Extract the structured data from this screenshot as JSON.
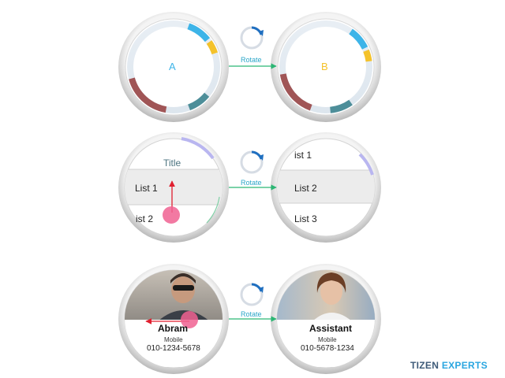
{
  "row1": {
    "before_center": "A",
    "after_center": "B",
    "rotate_label": "Rotate"
  },
  "row2": {
    "before": {
      "title": "Title",
      "items": [
        "List 1",
        "ist 2"
      ]
    },
    "after": {
      "items": [
        "ist 1",
        "List 2",
        "List 3"
      ]
    },
    "rotate_label": "Rotate"
  },
  "row3": {
    "before": {
      "name": "Abram",
      "label": "Mobile",
      "phone": "010-1234-5678"
    },
    "after": {
      "name": "Assistant",
      "label": "Mobile",
      "phone": "010-5678-1234"
    },
    "rotate_label": "Rotate"
  },
  "brand": {
    "word1": "TIZEN",
    "word2": "EXPERTS"
  },
  "colors": {
    "arc_blue": "#3db4e8",
    "arc_yellow": "#f4c22b",
    "arc_red": "#a05556",
    "arc_teal": "#4d8e99",
    "arrow_green": "#2bb673",
    "touch_pink": "#f06292",
    "scroll_indicator": "#b9b6f0"
  }
}
